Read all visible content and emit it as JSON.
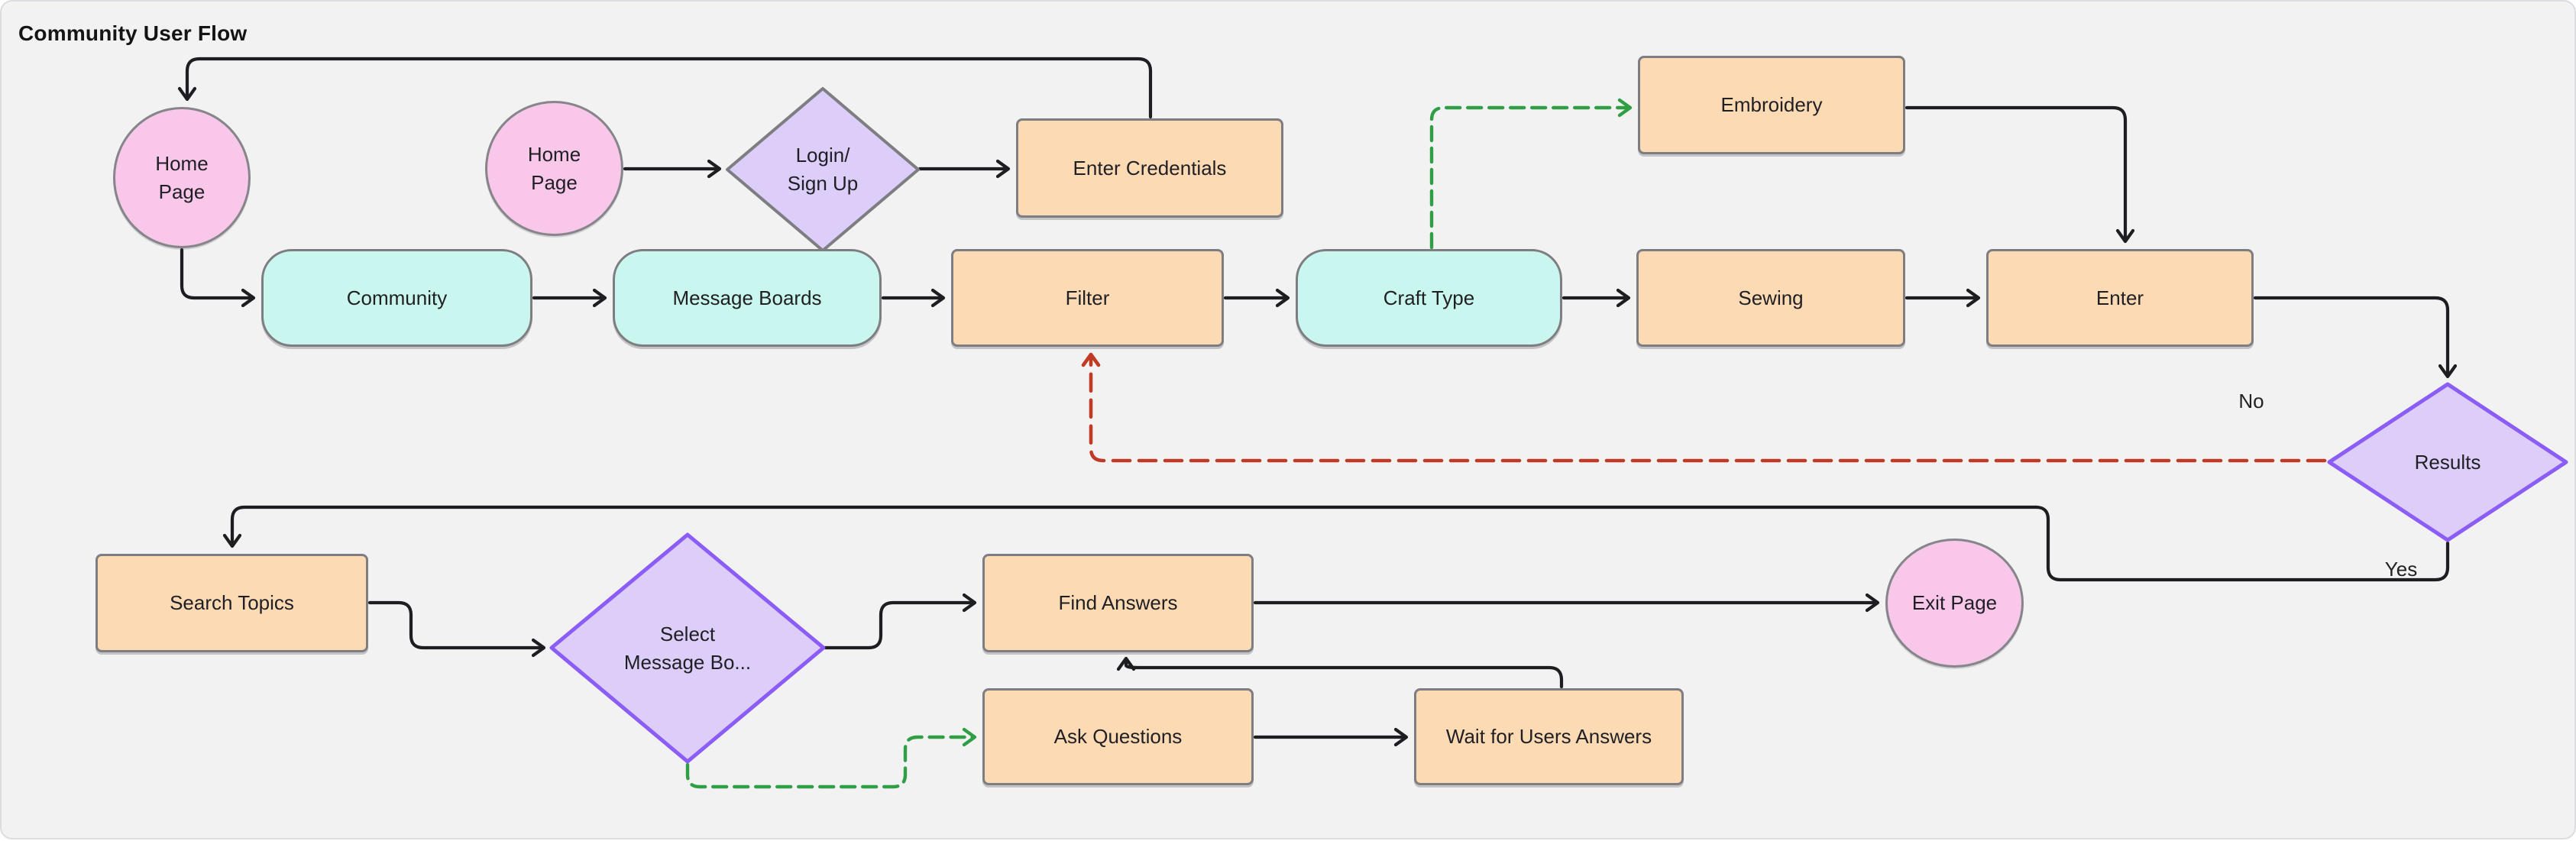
{
  "title": "Community User Flow",
  "colors": {
    "canvas-bg": "#f2f2f3",
    "page-bg": "#ffffff",
    "node-stroke": "#7d7d82",
    "orange-fill": "#fcdab4",
    "teal-fill": "#c9f6ee",
    "pink-fill": "#f9c7ea",
    "lavender-fill": "#dccdf9",
    "purple-stroke": "#8b5cf6",
    "edge-black": "#1e1e22",
    "edge-green": "#2f9e44",
    "edge-red": "#c03a26",
    "text": "#1f1f24"
  },
  "nodes": {
    "home_page_1": {
      "label": "Home\nPage",
      "type": "start"
    },
    "home_page_2": {
      "label": "Home\nPage",
      "type": "start"
    },
    "login_sign_up": {
      "label": "Login/\nSign Up",
      "type": "decision"
    },
    "enter_credentials": {
      "label": "Enter Credentials",
      "type": "process"
    },
    "community": {
      "label": "Community",
      "type": "terminator"
    },
    "message_boards": {
      "label": "Message Boards",
      "type": "terminator"
    },
    "filter": {
      "label": "Filter",
      "type": "process"
    },
    "craft_type": {
      "label": "Craft Type",
      "type": "terminator"
    },
    "embroidery": {
      "label": "Embroidery",
      "type": "process"
    },
    "sewing": {
      "label": "Sewing",
      "type": "process"
    },
    "enter": {
      "label": "Enter",
      "type": "process"
    },
    "results": {
      "label": "Results",
      "type": "decision"
    },
    "search_topics": {
      "label": "Search Topics",
      "type": "process"
    },
    "select_message_board": {
      "label": "Select\nMessage Bo...",
      "type": "decision"
    },
    "find_answers": {
      "label": "Find Answers",
      "type": "process"
    },
    "ask_questions": {
      "label": "Ask Questions",
      "type": "process"
    },
    "wait_for_users_answers": {
      "label": "Wait for Users Answers",
      "type": "process"
    },
    "exit_page": {
      "label": "Exit Page",
      "type": "end"
    }
  },
  "edge_labels": {
    "no": "No",
    "yes": "Yes"
  }
}
